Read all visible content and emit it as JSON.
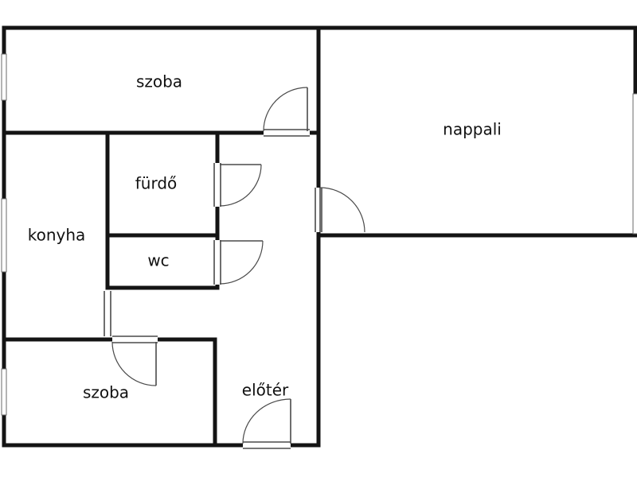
{
  "rooms": {
    "szoba_top": "szoba",
    "nappali": "nappali",
    "furdo": "fürdő",
    "konyha": "konyha",
    "wc": "wc",
    "szoba_bottom": "szoba",
    "eloter": "előtér"
  }
}
